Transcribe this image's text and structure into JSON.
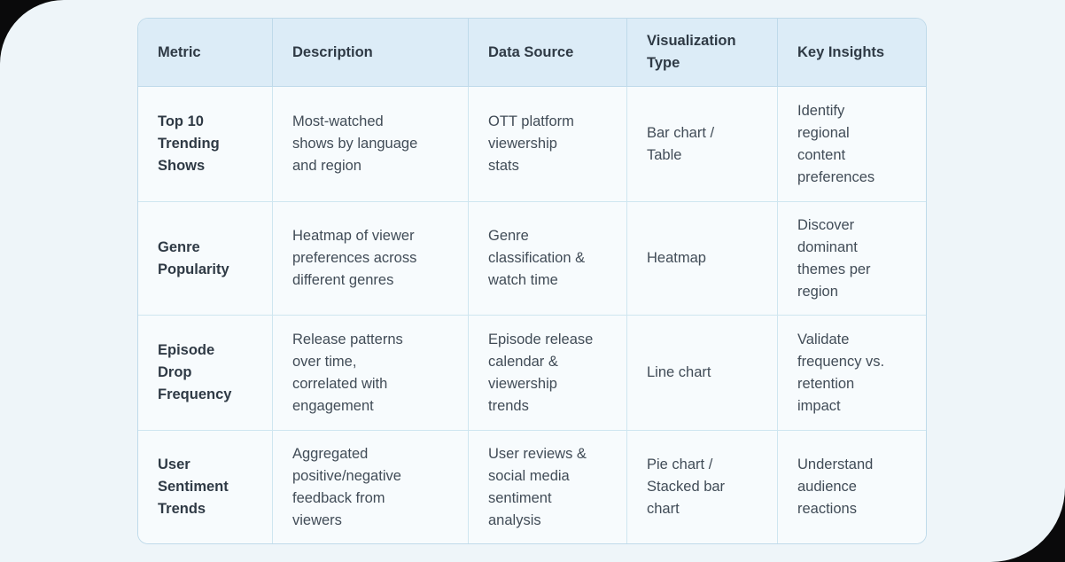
{
  "colors": {
    "page_background": "#eef5f9",
    "corner_background": "#0a0a0b",
    "table_background": "#f7fbfd",
    "header_background": "#dcecf7",
    "border": "#bfdaea",
    "heading_text": "#2f3a45",
    "body_text": "#414c57"
  },
  "table": {
    "columns": [
      {
        "label": "Metric"
      },
      {
        "label": "Description"
      },
      {
        "label": "Data Source"
      },
      {
        "label": "Visualization\nType"
      },
      {
        "label": "Key Insights"
      }
    ],
    "rows": [
      {
        "metric": "Top 10\nTrending\nShows",
        "description": "Most-watched\nshows by language\nand region",
        "data_source": "OTT platform\nviewership\nstats",
        "visualization_type": "Bar chart /\nTable",
        "key_insights": "Identify\nregional\ncontent\npreferences"
      },
      {
        "metric": "Genre\nPopularity",
        "description": "Heatmap of viewer\npreferences across\ndifferent genres",
        "data_source": "Genre\nclassification &\nwatch time",
        "visualization_type": "Heatmap",
        "key_insights": "Discover\ndominant\nthemes per\nregion"
      },
      {
        "metric": "Episode\nDrop\nFrequency",
        "description": "Release patterns\nover time,\ncorrelated with\nengagement",
        "data_source": "Episode release\ncalendar &\nviewership\ntrends",
        "visualization_type": "Line chart",
        "key_insights": "Validate\nfrequency vs.\nretention\nimpact"
      },
      {
        "metric": "User\nSentiment\nTrends",
        "description": "Aggregated\npositive/negative\nfeedback from\nviewers",
        "data_source": "User reviews &\nsocial media\nsentiment\nanalysis",
        "visualization_type": "Pie chart /\nStacked bar\nchart",
        "key_insights": "Understand\naudience\nreactions"
      }
    ]
  }
}
